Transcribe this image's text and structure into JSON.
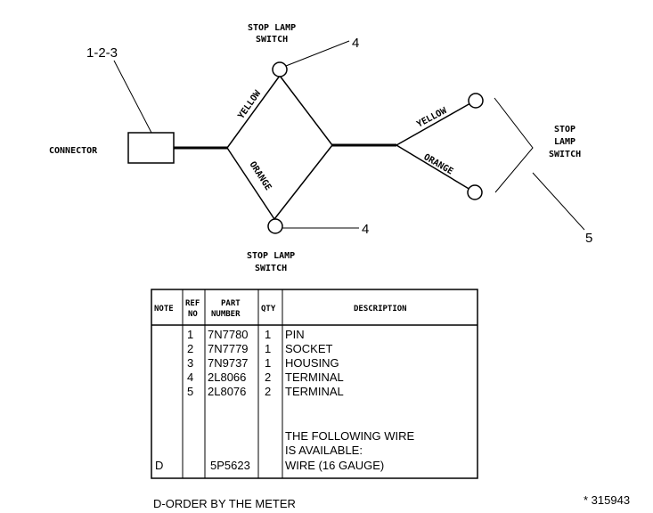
{
  "diagram": {
    "connector_label": "CONNECTOR",
    "connector_callout": "1-2-3",
    "switch_top_label_1": "STOP LAMP",
    "switch_top_label_2": "SWITCH",
    "switch_bottom_label_1": "STOP LAMP",
    "switch_bottom_label_2": "SWITCH",
    "switch_right_label_1": "STOP",
    "switch_right_label_2": "LAMP",
    "switch_right_label_3": "SWITCH",
    "callout_top": "4",
    "callout_bottom": "4",
    "callout_right": "5",
    "wire_yellow_left": "YELLOW",
    "wire_orange_left": "ORANGE",
    "wire_yellow_right": "YELLOW",
    "wire_orange_right": "ORANGE"
  },
  "table": {
    "headers": {
      "note": "NOTE",
      "ref_1": "REF",
      "ref_2": "NO",
      "part_1": "PART",
      "part_2": "NUMBER",
      "qty": "QTY",
      "desc": "DESCRIPTION"
    },
    "rows": [
      {
        "note": "",
        "ref": "1",
        "part": "7N7780",
        "qty": "1",
        "desc": "PIN"
      },
      {
        "note": "",
        "ref": "2",
        "part": "7N7779",
        "qty": "1",
        "desc": "SOCKET"
      },
      {
        "note": "",
        "ref": "3",
        "part": "7N9737",
        "qty": "1",
        "desc": "HOUSING"
      },
      {
        "note": "",
        "ref": "4",
        "part": "2L8066",
        "qty": "2",
        "desc": "TERMINAL"
      },
      {
        "note": "",
        "ref": "5",
        "part": "2L8076",
        "qty": "2",
        "desc": "TERMINAL"
      }
    ],
    "wire_note_1": "THE FOLLOWING WIRE",
    "wire_note_2": "IS AVAILABLE:",
    "wire_row": {
      "note": "D",
      "part": "5P5623",
      "desc": "WIRE (16 GAUGE)"
    }
  },
  "footer": {
    "note": "D-ORDER BY THE METER",
    "illustration_number": "* 315943"
  }
}
